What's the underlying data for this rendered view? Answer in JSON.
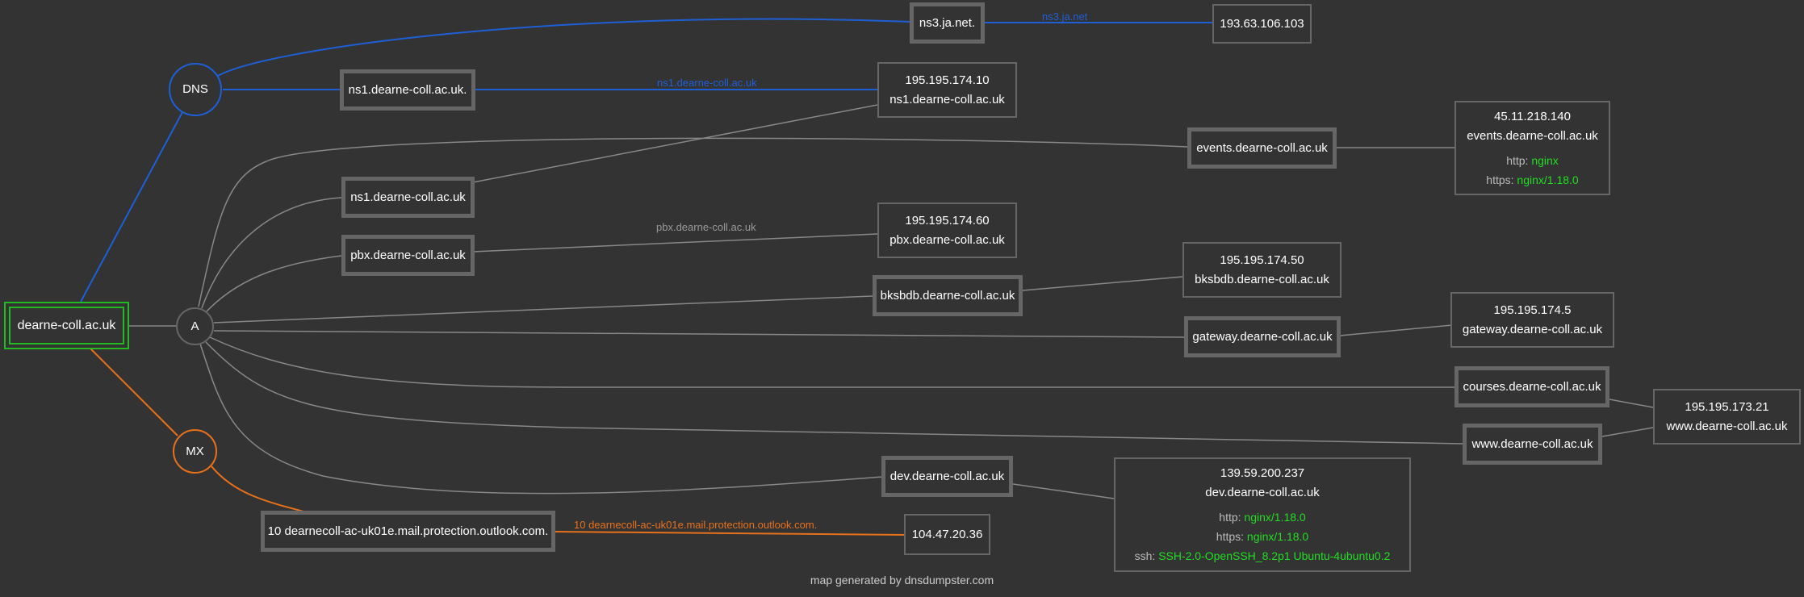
{
  "colors": {
    "background": "#333333",
    "dns": "#1f5fd6",
    "mx": "#e8711c",
    "a": "#888888",
    "root": "#22bb22",
    "service_value": "#22dd22"
  },
  "root": {
    "label": "dearne-coll.ac.uk"
  },
  "groups": {
    "dns": "DNS",
    "a": "A",
    "mx": "MX"
  },
  "ns": {
    "ns3": {
      "host": "ns3.ja.net.",
      "ip": "193.63.106.103",
      "edge_label": "ns3.ja.net"
    },
    "ns1": {
      "host": "ns1.dearne-coll.ac.uk.",
      "edge_label": "ns1.dearne-coll.ac.uk"
    }
  },
  "a_hosts": {
    "ns1": {
      "host": "ns1.dearne-coll.ac.uk"
    },
    "pbx": {
      "host": "pbx.dearne-coll.ac.uk",
      "edge_label": "pbx.dearne-coll.ac.uk"
    },
    "bksbdb": {
      "host": "bksbdb.dearne-coll.ac.uk"
    },
    "events": {
      "host": "events.dearne-coll.ac.uk"
    },
    "gateway": {
      "host": "gateway.dearne-coll.ac.uk"
    },
    "courses": {
      "host": "courses.dearne-coll.ac.uk"
    },
    "www": {
      "host": "www.dearne-coll.ac.uk"
    },
    "dev": {
      "host": "dev.dearne-coll.ac.uk"
    }
  },
  "ip_boxes": {
    "ns1": {
      "ip": "195.195.174.10",
      "name": "ns1.dearne-coll.ac.uk"
    },
    "pbx": {
      "ip": "195.195.174.60",
      "name": "pbx.dearne-coll.ac.uk"
    },
    "bksbdb": {
      "ip": "195.195.174.50",
      "name": "bksbdb.dearne-coll.ac.uk"
    },
    "events": {
      "ip": "45.11.218.140",
      "name": "events.dearne-coll.ac.uk",
      "services": [
        {
          "key": "http:",
          "value": "nginx"
        },
        {
          "key": "https:",
          "value": "nginx/1.18.0"
        }
      ]
    },
    "gateway": {
      "ip": "195.195.174.5",
      "name": "gateway.dearne-coll.ac.uk"
    },
    "www": {
      "ip": "195.195.173.21",
      "name": "www.dearne-coll.ac.uk"
    },
    "dev": {
      "ip": "139.59.200.237",
      "name": "dev.dearne-coll.ac.uk",
      "services": [
        {
          "key": "http:",
          "value": "nginx/1.18.0"
        },
        {
          "key": "https:",
          "value": "nginx/1.18.0"
        },
        {
          "key": "ssh:",
          "value": "SSH-2.0-OpenSSH_8.2p1 Ubuntu-4ubuntu0.2"
        }
      ]
    }
  },
  "mx": {
    "host": "10 dearnecoll-ac-uk01e.mail.protection.outlook.com.",
    "ip": "104.47.20.36",
    "edge_label": "10 dearnecoll-ac-uk01e.mail.protection.outlook.com."
  },
  "footer": "map generated by dnsdumpster.com"
}
